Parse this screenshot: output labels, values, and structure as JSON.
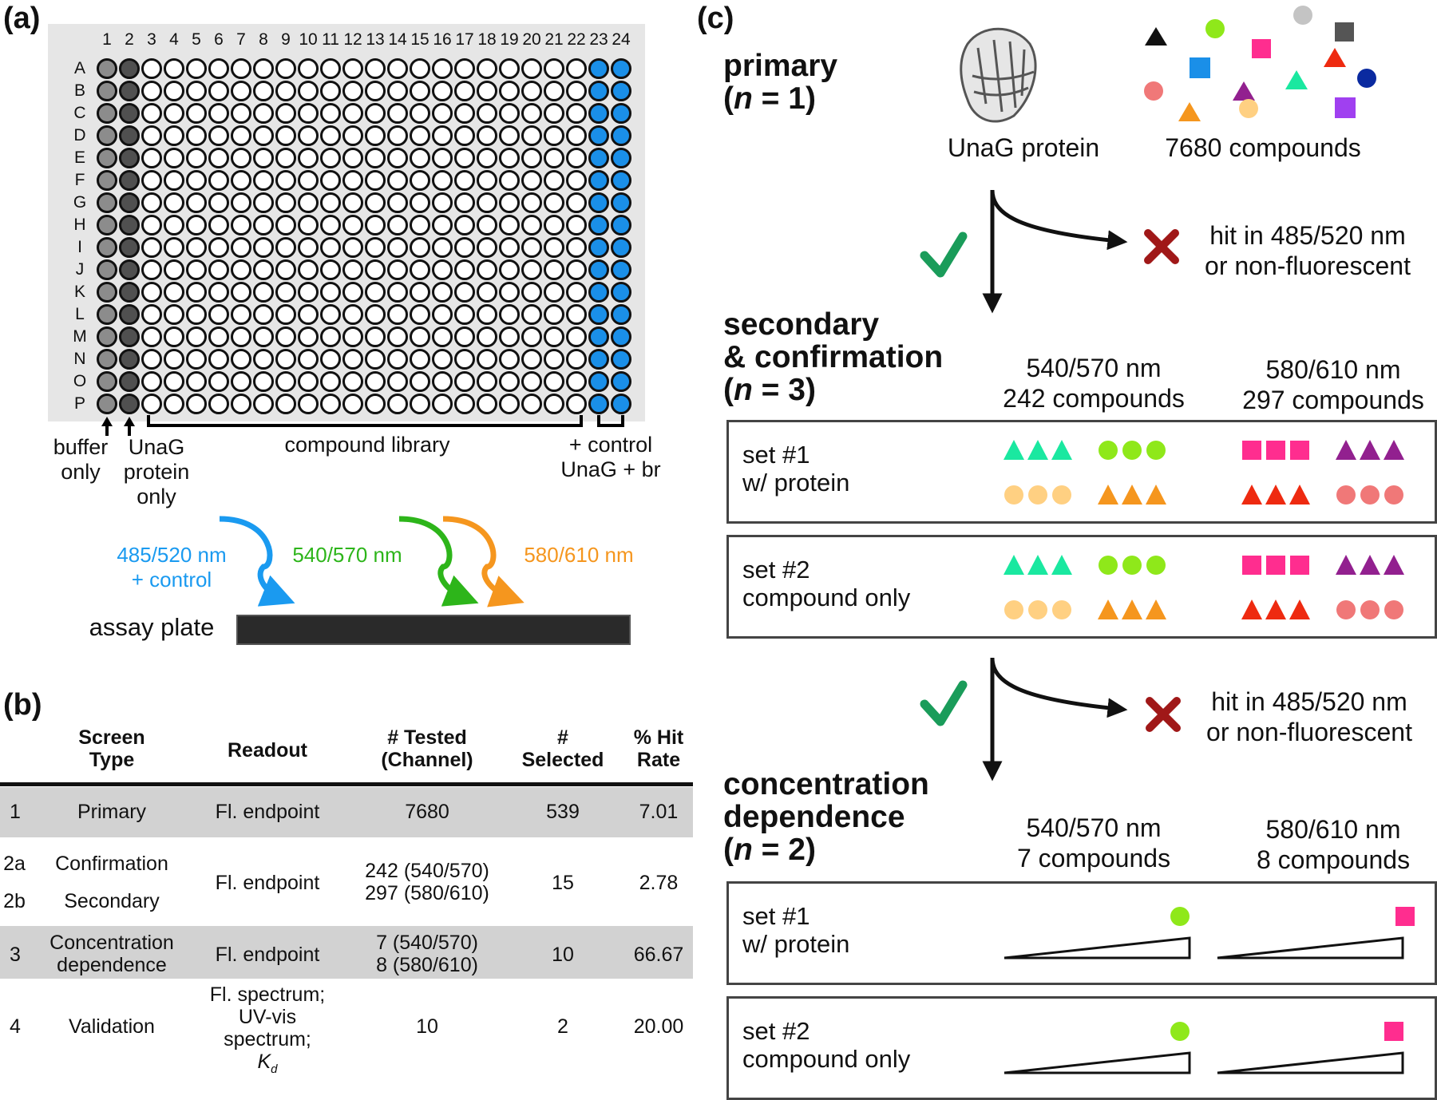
{
  "panel_labels": {
    "a": "(a)",
    "b": "(b)",
    "c": "(c)"
  },
  "plate": {
    "columns": [
      "1",
      "2",
      "3",
      "4",
      "5",
      "6",
      "7",
      "8",
      "9",
      "10",
      "11",
      "12",
      "13",
      "14",
      "15",
      "16",
      "17",
      "18",
      "19",
      "20",
      "21",
      "22",
      "23",
      "24"
    ],
    "rows": [
      "A",
      "B",
      "C",
      "D",
      "E",
      "F",
      "G",
      "H",
      "I",
      "J",
      "K",
      "L",
      "M",
      "N",
      "O",
      "P"
    ],
    "labels": {
      "buffer_only": [
        "buffer",
        "only"
      ],
      "unag_protein_only": [
        "UnaG",
        "protein",
        "only"
      ],
      "compound_library": "compound library",
      "positive_control": [
        "+ control",
        "UnaG + br"
      ]
    },
    "well_colors": {
      "buffer": "#8c8c8c",
      "protein": "#505050",
      "empty": "#ffffff",
      "control": "#1a8fe8"
    }
  },
  "assay": {
    "ch485": [
      "485/520 nm",
      "+ control"
    ],
    "ch540": "540/570 nm",
    "ch580": "580/610 nm",
    "plate_label": "assay plate",
    "colors": {
      "blue": "#1a9af0",
      "green": "#2db51a",
      "orange": "#f5961e"
    }
  },
  "table": {
    "headers": {
      "screen_type": [
        "Screen",
        "Type"
      ],
      "readout": "Readout",
      "tested": [
        "# Tested",
        "(Channel)"
      ],
      "selected": [
        "#",
        "Selected"
      ],
      "hit_rate": [
        "% Hit",
        "Rate"
      ]
    },
    "rows": [
      {
        "id": "1",
        "type": "Primary",
        "readout": "Fl. endpoint",
        "tested": [
          "7680"
        ],
        "selected": "539",
        "rate": "7.01"
      },
      {
        "id": "2a",
        "id2": "2b",
        "type": "Confirmation",
        "type2": "Secondary",
        "readout": "Fl. endpoint",
        "tested": [
          "242 (540/570)",
          "297 (580/610)"
        ],
        "selected": "15",
        "rate": "2.78"
      },
      {
        "id": "3",
        "type": "Concentration",
        "type2": "dependence",
        "readout": "Fl. endpoint",
        "tested": [
          "7 (540/570)",
          "8 (580/610)"
        ],
        "selected": "10",
        "rate": "66.67"
      },
      {
        "id": "4",
        "type": "Validation",
        "readout": [
          "Fl. spectrum;",
          "UV-vis",
          "spectrum;",
          "K"
        ],
        "readout_sub": "d",
        "tested": [
          "10"
        ],
        "selected": "2",
        "rate": "20.00"
      }
    ]
  },
  "flow": {
    "primary": {
      "title": "primary",
      "n": "(n = 1)",
      "n_italic": "n",
      "n_rest": " = 1)",
      "protein": "UnaG protein",
      "compounds": "7680 compounds"
    },
    "reject1": [
      "hit in 485/520 nm",
      "or non-fluorescent"
    ],
    "secondary": {
      "title": [
        "secondary",
        "& confirmation"
      ],
      "n_rest": " = 3)",
      "ch1": [
        "540/570 nm",
        "242 compounds"
      ],
      "ch2": [
        "580/610 nm",
        "297 compounds"
      ]
    },
    "set1": [
      "set #1",
      "w/ protein"
    ],
    "set2": [
      "set #2",
      "compound only"
    ],
    "reject2": [
      "hit in 485/520 nm",
      "or non-fluorescent"
    ],
    "concentration": {
      "title": [
        "concentration",
        "dependence"
      ],
      "n_rest": " = 2)",
      "ch1": [
        "540/570 nm",
        "7 compounds"
      ],
      "ch2": [
        "580/610 nm",
        "8 compounds"
      ]
    },
    "colors": {
      "check": "#1a9c5a",
      "cross": "#a01818"
    }
  }
}
